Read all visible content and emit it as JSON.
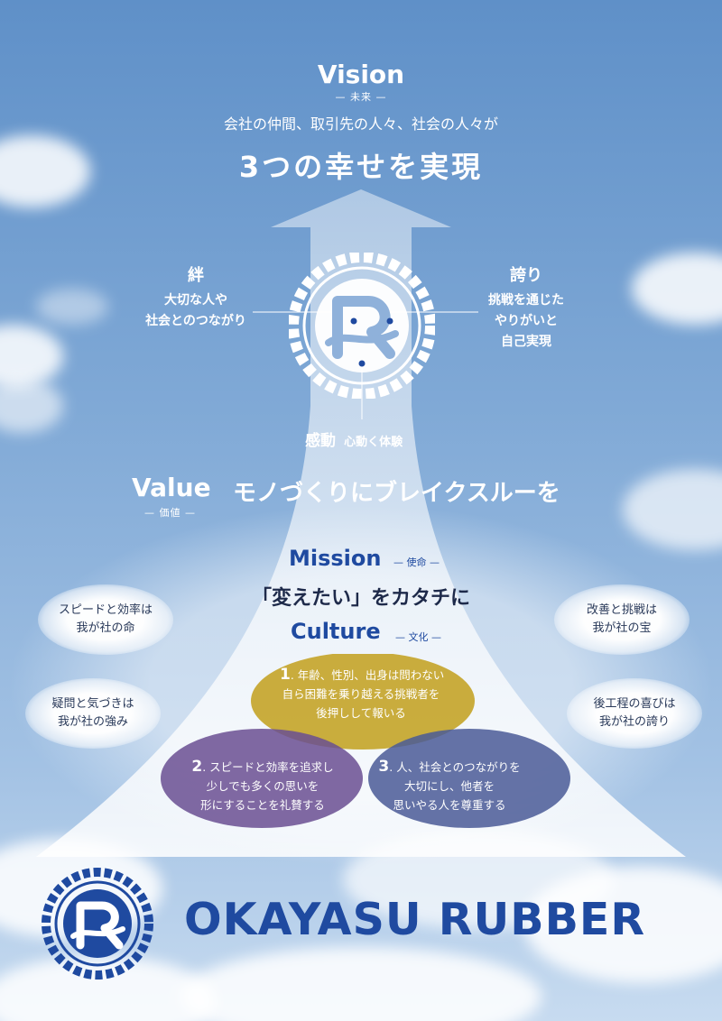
{
  "vision": {
    "title": "Vision",
    "sub": "未来",
    "line1": "会社の仲間、取引先の人々、社会の人々が",
    "headline": "3つの幸せを実現"
  },
  "pillars": {
    "kizuna": {
      "title": "絆",
      "desc1": "大切な人や",
      "desc2": "社会とのつながり"
    },
    "hokori": {
      "title": "誇り",
      "desc1": "挑戦を通じた",
      "desc2": "やりがいと",
      "desc3": "自己実現"
    },
    "kandou": {
      "title": "感動",
      "desc": "心動く体験"
    }
  },
  "value": {
    "title": "Value",
    "sub": "価値",
    "text": "モノづくりにブレイクスルーを"
  },
  "mission": {
    "title": "Mission",
    "sub": "使命",
    "text": "「変えたい」をカタチに"
  },
  "culture": {
    "title": "Culture",
    "sub": "文化",
    "items": [
      {
        "num": "1",
        "l1": ". 年齢、性別、出身は問わない",
        "l2": "自ら困難を乗り越える挑戦者を",
        "l3": "後押しして報いる",
        "color": "#c4a428"
      },
      {
        "num": "2",
        "l1": ". スピードと効率を追求し",
        "l2": "少しでも多くの思いを",
        "l3": "形にすることを礼賛する",
        "color": "#6a4f92"
      },
      {
        "num": "3",
        "l1": ". 人、社会とのつながりを",
        "l2": "大切にし、他者を",
        "l3": "思いやる人を尊重する",
        "color": "#4a5a96"
      }
    ]
  },
  "bubbles": {
    "left_top": {
      "l1": "スピードと効率は",
      "l2": "我が社の命"
    },
    "left_bottom": {
      "l1": "疑問と気づきは",
      "l2": "我が社の強み"
    },
    "right_top": {
      "l1": "改善と挑戦は",
      "l2": "我が社の宝"
    },
    "right_bottom": {
      "l1": "後工程の喜びは",
      "l2": "我が社の誇り"
    }
  },
  "brand": {
    "name": "OKAYASU RUBBER",
    "logo_letter": "R",
    "color": "#1f4aa0"
  }
}
